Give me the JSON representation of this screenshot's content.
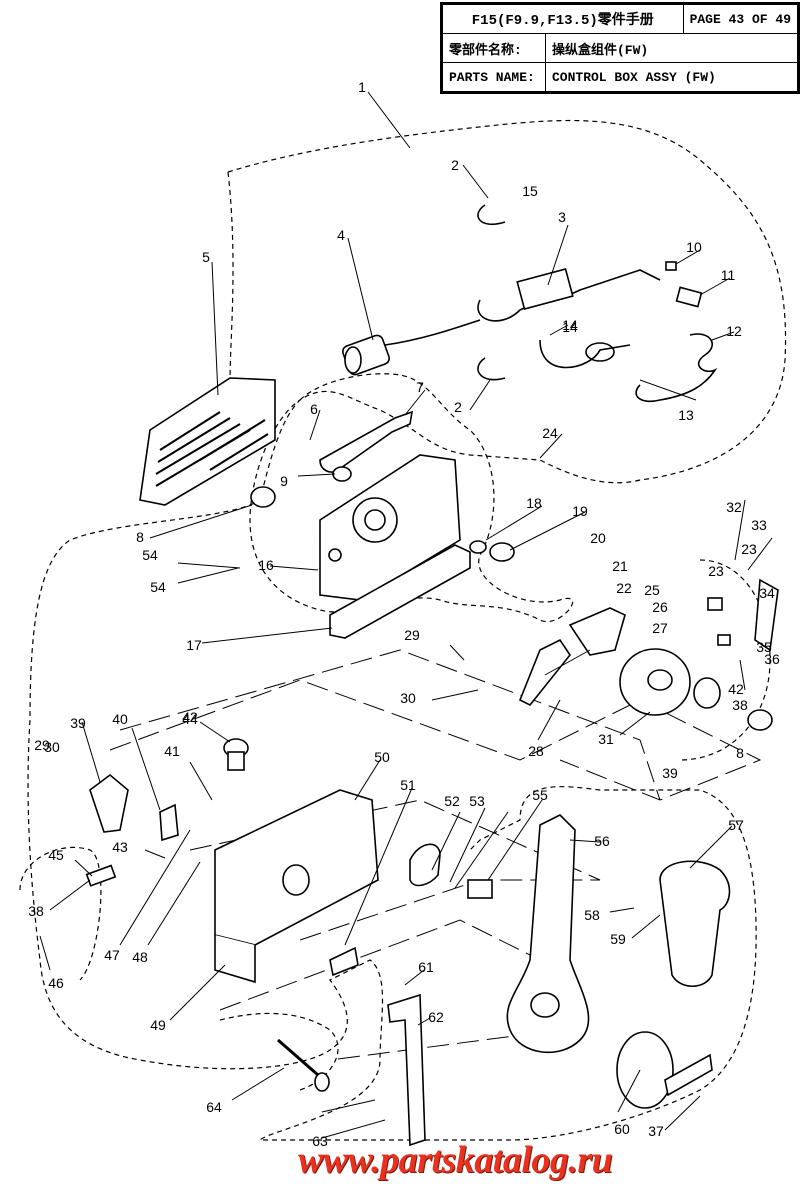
{
  "header": {
    "model": "F15(F9.9,F13.5)零件手册",
    "page": "PAGE 43 OF 49",
    "name_label_cn": "零部件名称:",
    "name_value_cn": "操纵盒组件(FW)",
    "name_label_en": "PARTS NAME:",
    "name_value_en": "CONTROL BOX ASSY (FW)"
  },
  "callouts": [
    "1",
    "2",
    "2",
    "3",
    "4",
    "5",
    "6",
    "7",
    "8",
    "8",
    "9",
    "10",
    "11",
    "12",
    "13",
    "14",
    "14",
    "15",
    "16",
    "17",
    "18",
    "19",
    "20",
    "21",
    "22",
    "23",
    "23",
    "24",
    "25",
    "26",
    "27",
    "28",
    "29",
    "29",
    "30",
    "30",
    "31",
    "32",
    "33",
    "34",
    "35",
    "36",
    "37",
    "38",
    "38",
    "39",
    "39",
    "40",
    "41",
    "42",
    "42",
    "43",
    "44",
    "45",
    "46",
    "47",
    "48",
    "49",
    "50",
    "51",
    "52",
    "53",
    "54",
    "54",
    "55",
    "56",
    "57",
    "58",
    "59",
    "60",
    "61",
    "62",
    "63",
    "64"
  ],
  "watermark": "www.partskatalog.ru"
}
